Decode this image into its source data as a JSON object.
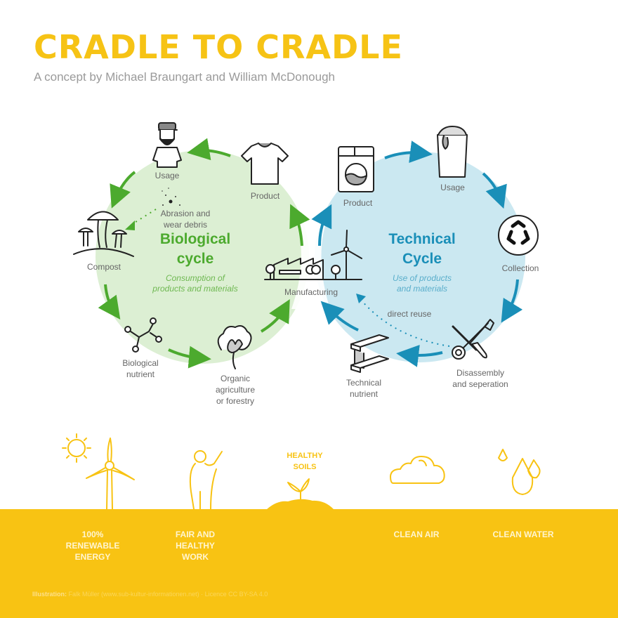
{
  "header": {
    "title": "CRADLE TO CRADLE",
    "subtitle": "A concept by Michael Braungart and William McDonough"
  },
  "colors": {
    "brand_yellow": "#f8c313",
    "bio_green": "#4caa2e",
    "bio_fill": "#dcefd3",
    "tech_blue": "#1a8fb8",
    "tech_fill": "#cbe8f1",
    "label_gray": "#666666"
  },
  "biological_cycle": {
    "title_line1": "Biological",
    "title_line2": "cycle",
    "subtitle_line1": "Consumption of",
    "subtitle_line2": "products and materials",
    "stages": [
      {
        "label": "Usage",
        "icon": "person-icon"
      },
      {
        "label": "Product",
        "icon": "tshirt-icon"
      },
      {
        "label": "Compost",
        "icon": "mushroom-icon"
      },
      {
        "label_line1": "Biological",
        "label_line2": "nutrient",
        "icon": "molecule-icon"
      },
      {
        "label_line1": "Organic",
        "label_line2": "agriculture",
        "label_line3": "or forestry",
        "icon": "cotton-icon"
      }
    ],
    "side_flow": {
      "label_line1": "Abrasion and",
      "label_line2": "wear debris"
    }
  },
  "shared": {
    "manufacturing": {
      "label": "Manufacturing",
      "icon": "factory-windturbine-icon"
    }
  },
  "technical_cycle": {
    "title_line1": "Technical",
    "title_line2": "Cycle",
    "subtitle_line1": "Use of products",
    "subtitle_line2": "and materials",
    "stages": [
      {
        "label": "Product",
        "icon": "washing-machine-icon"
      },
      {
        "label": "Usage",
        "icon": "cup-icon"
      },
      {
        "label": "Collection",
        "icon": "recycle-icon"
      },
      {
        "label_line1": "Disassembly",
        "label_line2": "and seperation",
        "icon": "tools-icon"
      },
      {
        "label_line1": "Technical",
        "label_line2": "nutrient",
        "icon": "steel-beam-icon"
      }
    ],
    "side_flow": {
      "label": "direct reuse"
    }
  },
  "benefits": [
    {
      "line1": "100%",
      "line2": "RENEWABLE",
      "line3": "ENERGY",
      "icon": "sun-windturbine-icon"
    },
    {
      "line1": "FAIR AND",
      "line2": "HEALTHY",
      "line3": "WORK",
      "icon": "person-waving-icon"
    },
    {
      "line1": "HEALTHY",
      "line2": "SOILS",
      "icon": "soil-sprout-icon"
    },
    {
      "line1": "CLEAN AIR",
      "icon": "cloud-icon"
    },
    {
      "line1": "CLEAN WATER",
      "icon": "water-drops-icon"
    }
  ],
  "credit": {
    "label": "Illustration:",
    "text": "Falk Müller (www.sub-kultur-informationen.net) · Licence CC BY-SA 4.0"
  }
}
